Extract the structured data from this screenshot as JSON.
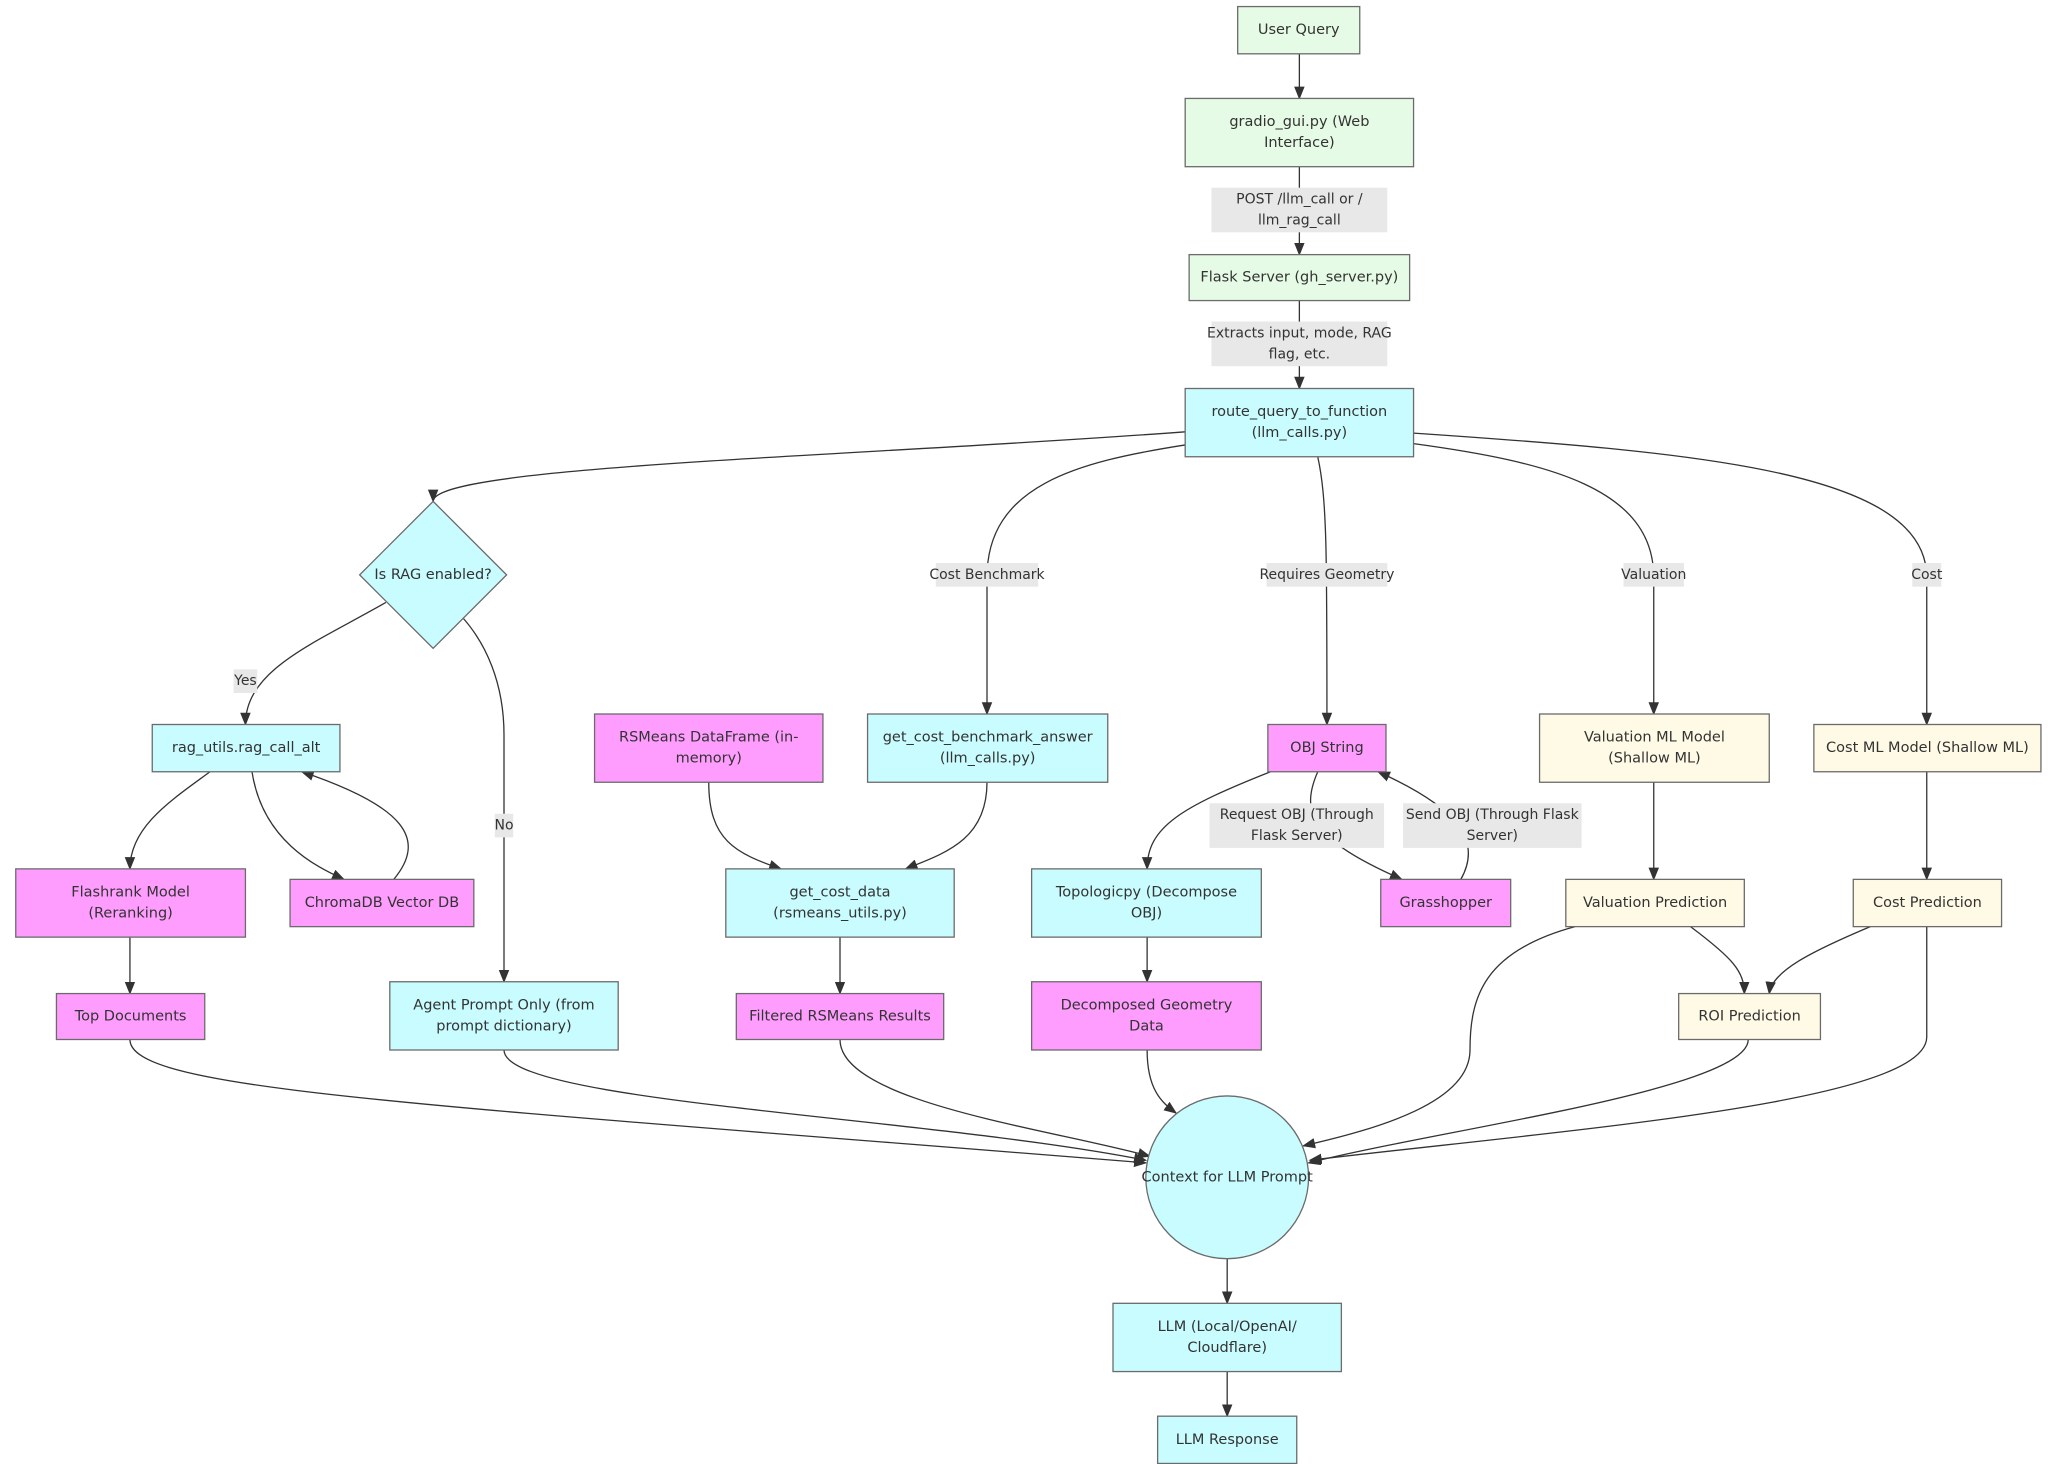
{
  "colors": {
    "green": "#e6fbe6",
    "cyan": "#c9fcff",
    "magenta": "#ff9dff",
    "cream": "#fffae6"
  },
  "nodes": {
    "user_query": {
      "lines": [
        "User Query"
      ]
    },
    "gradio": {
      "lines": [
        "gradio_gui.py (Web",
        "Interface)"
      ]
    },
    "flask": {
      "lines": [
        "Flask Server (gh_server.py)"
      ]
    },
    "route": {
      "lines": [
        "route_query_to_function",
        "(llm_calls.py)"
      ]
    },
    "rag_check": {
      "lines": [
        "Is RAG enabled?"
      ]
    },
    "rag_call": {
      "lines": [
        "rag_utils.rag_call_alt"
      ]
    },
    "flashrank": {
      "lines": [
        "Flashrank Model",
        "(Reranking)"
      ]
    },
    "chromadb": {
      "lines": [
        "ChromaDB Vector DB"
      ]
    },
    "top_docs": {
      "lines": [
        "Top Documents"
      ]
    },
    "agent_prompt": {
      "lines": [
        "Agent Prompt Only (from",
        "prompt dictionary)"
      ]
    },
    "rsmeans_df": {
      "lines": [
        "RSMeans DataFrame (in-",
        "memory)"
      ]
    },
    "cost_bench": {
      "lines": [
        "get_cost_benchmark_answer",
        "(llm_calls.py)"
      ]
    },
    "get_cost": {
      "lines": [
        "get_cost_data",
        "(rsmeans_utils.py)"
      ]
    },
    "filtered": {
      "lines": [
        "Filtered RSMeans Results"
      ]
    },
    "obj": {
      "lines": [
        "OBJ String"
      ]
    },
    "topologic": {
      "lines": [
        "Topologicpy (Decompose",
        "OBJ)"
      ]
    },
    "grasshopper": {
      "lines": [
        "Grasshopper"
      ]
    },
    "decomposed": {
      "lines": [
        "Decomposed Geometry",
        "Data"
      ]
    },
    "val_model": {
      "lines": [
        "Valuation ML Model",
        "(Shallow ML)"
      ]
    },
    "val_pred": {
      "lines": [
        "Valuation Prediction"
      ]
    },
    "cost_model": {
      "lines": [
        "Cost ML Model (Shallow ML)"
      ]
    },
    "cost_pred": {
      "lines": [
        "Cost Prediction"
      ]
    },
    "roi": {
      "lines": [
        "ROI Prediction"
      ]
    },
    "context": {
      "lines": [
        "Context for LLM Prompt"
      ]
    },
    "llm": {
      "lines": [
        "LLM (Local/OpenAI/",
        "Cloudflare)"
      ]
    },
    "response": {
      "lines": [
        "LLM Response"
      ]
    }
  },
  "edge_labels": {
    "post": [
      "POST /llm_call or /",
      "llm_rag_call"
    ],
    "extracts": [
      "Extracts input, mode, RAG",
      "flag, etc."
    ],
    "cost_benchmark": [
      "Cost Benchmark"
    ],
    "requires_geometry": [
      "Requires Geometry"
    ],
    "valuation": [
      "Valuation"
    ],
    "cost": [
      "Cost"
    ],
    "yes": [
      "Yes"
    ],
    "no": [
      "No"
    ],
    "request_obj": [
      "Request OBJ (Through",
      "Flask Server)"
    ],
    "send_obj": [
      "Send OBJ (Through Flask",
      "Server)"
    ]
  }
}
